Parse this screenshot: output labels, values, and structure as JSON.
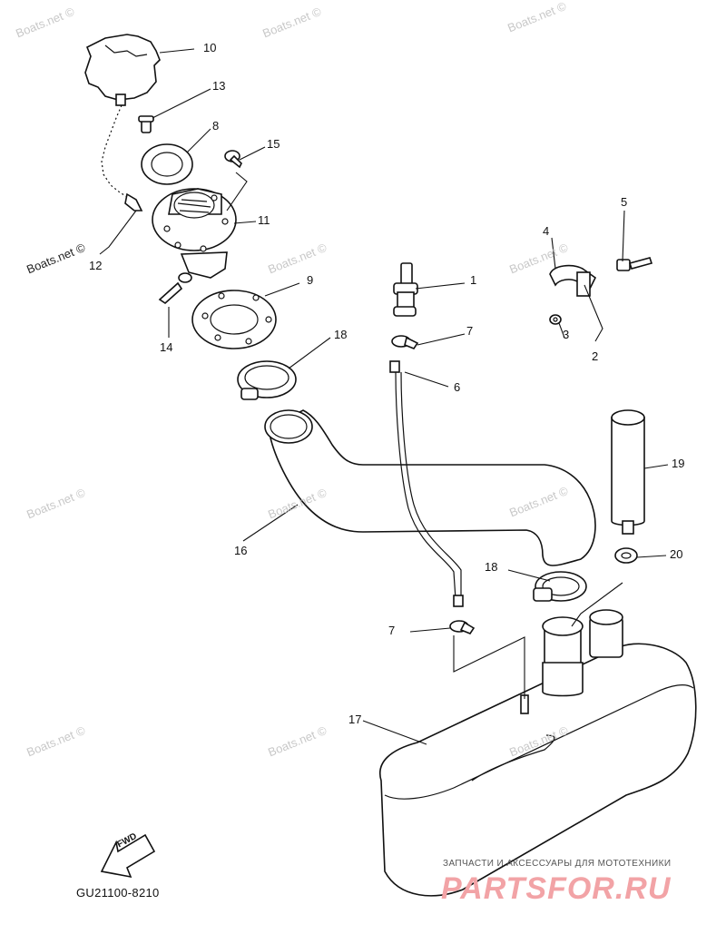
{
  "diagram": {
    "code": "GU21100-8210",
    "direction_badge": "FWD",
    "brand_tagline": "ЗАПЧАСТИ И АКСЕССУАРЫ ДЛЯ МОТОТЕХНИКИ",
    "brand_logo": "PARTSFOR.RU"
  },
  "callouts": [
    {
      "id": "c1",
      "label": "1"
    },
    {
      "id": "c2",
      "label": "2"
    },
    {
      "id": "c3",
      "label": "3"
    },
    {
      "id": "c4",
      "label": "4"
    },
    {
      "id": "c5",
      "label": "5"
    },
    {
      "id": "c6",
      "label": "6"
    },
    {
      "id": "c7a",
      "label": "7"
    },
    {
      "id": "c7b",
      "label": "7"
    },
    {
      "id": "c8",
      "label": "8"
    },
    {
      "id": "c9",
      "label": "9"
    },
    {
      "id": "c10",
      "label": "10"
    },
    {
      "id": "c11",
      "label": "11"
    },
    {
      "id": "c12",
      "label": "12"
    },
    {
      "id": "c13",
      "label": "13"
    },
    {
      "id": "c14",
      "label": "14"
    },
    {
      "id": "c15",
      "label": "15"
    },
    {
      "id": "c16",
      "label": "16"
    },
    {
      "id": "c17",
      "label": "17"
    },
    {
      "id": "c18a",
      "label": "18"
    },
    {
      "id": "c18b",
      "label": "18"
    },
    {
      "id": "c19",
      "label": "19"
    },
    {
      "id": "c20",
      "label": "20"
    }
  ],
  "watermark": "Boats.net ©"
}
